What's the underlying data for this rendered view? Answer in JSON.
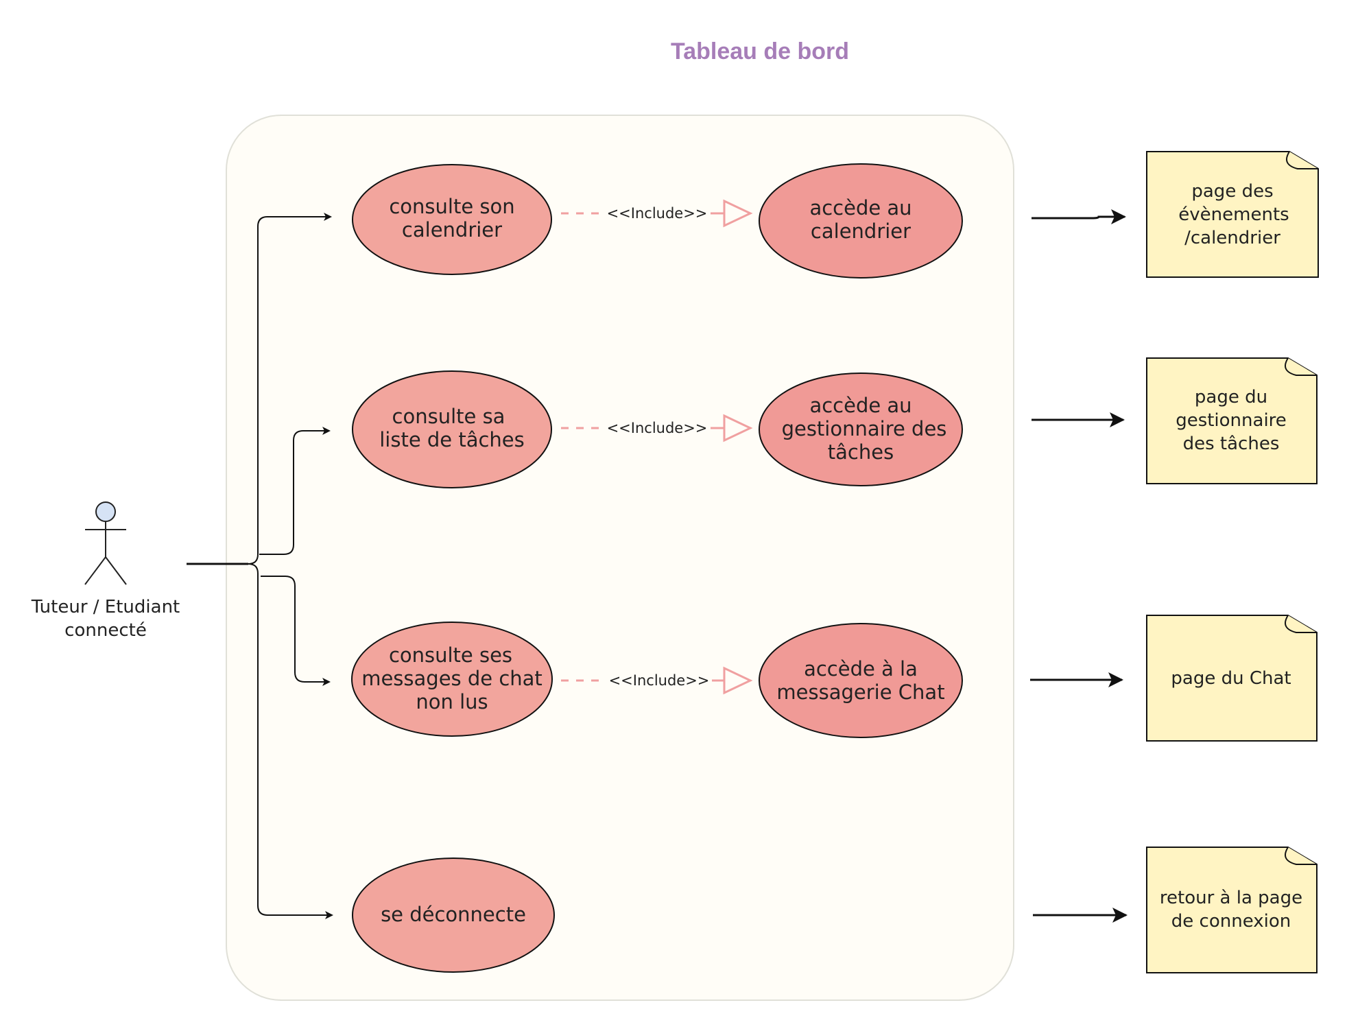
{
  "title": "Tableau de bord",
  "actor": {
    "label_line1": "Tuteur / Etudiant",
    "label_line2": "connecté"
  },
  "use_cases": [
    {
      "lines": [
        "consulte son",
        "calendrier"
      ]
    },
    {
      "lines": [
        "consulte sa",
        "liste de tâches"
      ]
    },
    {
      "lines": [
        "consulte ses",
        "messages de chat",
        "non lus"
      ]
    },
    {
      "lines": [
        "se déconnecte"
      ]
    }
  ],
  "included": [
    {
      "lines": [
        "accède au",
        "calendrier"
      ]
    },
    {
      "lines": [
        "accède au",
        "gestionnaire des",
        "tâches"
      ]
    },
    {
      "lines": [
        "accède à la",
        "messagerie Chat"
      ]
    }
  ],
  "include_label": "<<Include>>",
  "notes": [
    {
      "lines": [
        "page des",
        "évènements",
        "/calendrier"
      ]
    },
    {
      "lines": [
        "page du",
        "gestionnaire",
        "des tâches"
      ]
    },
    {
      "lines": [
        "page du Chat"
      ]
    },
    {
      "lines": [
        "retour à la page",
        "de connexion"
      ]
    }
  ],
  "colors": {
    "title": "#a67db8",
    "system_fill": "#fffdf7",
    "system_stroke": "#e0e0d8",
    "usecase_fill": "#f2a59d",
    "included_fill": "#f09a96",
    "include_stroke": "#f0a0a0",
    "note_fill": "#fff4c3",
    "actor_head": "#d6e3f5"
  }
}
